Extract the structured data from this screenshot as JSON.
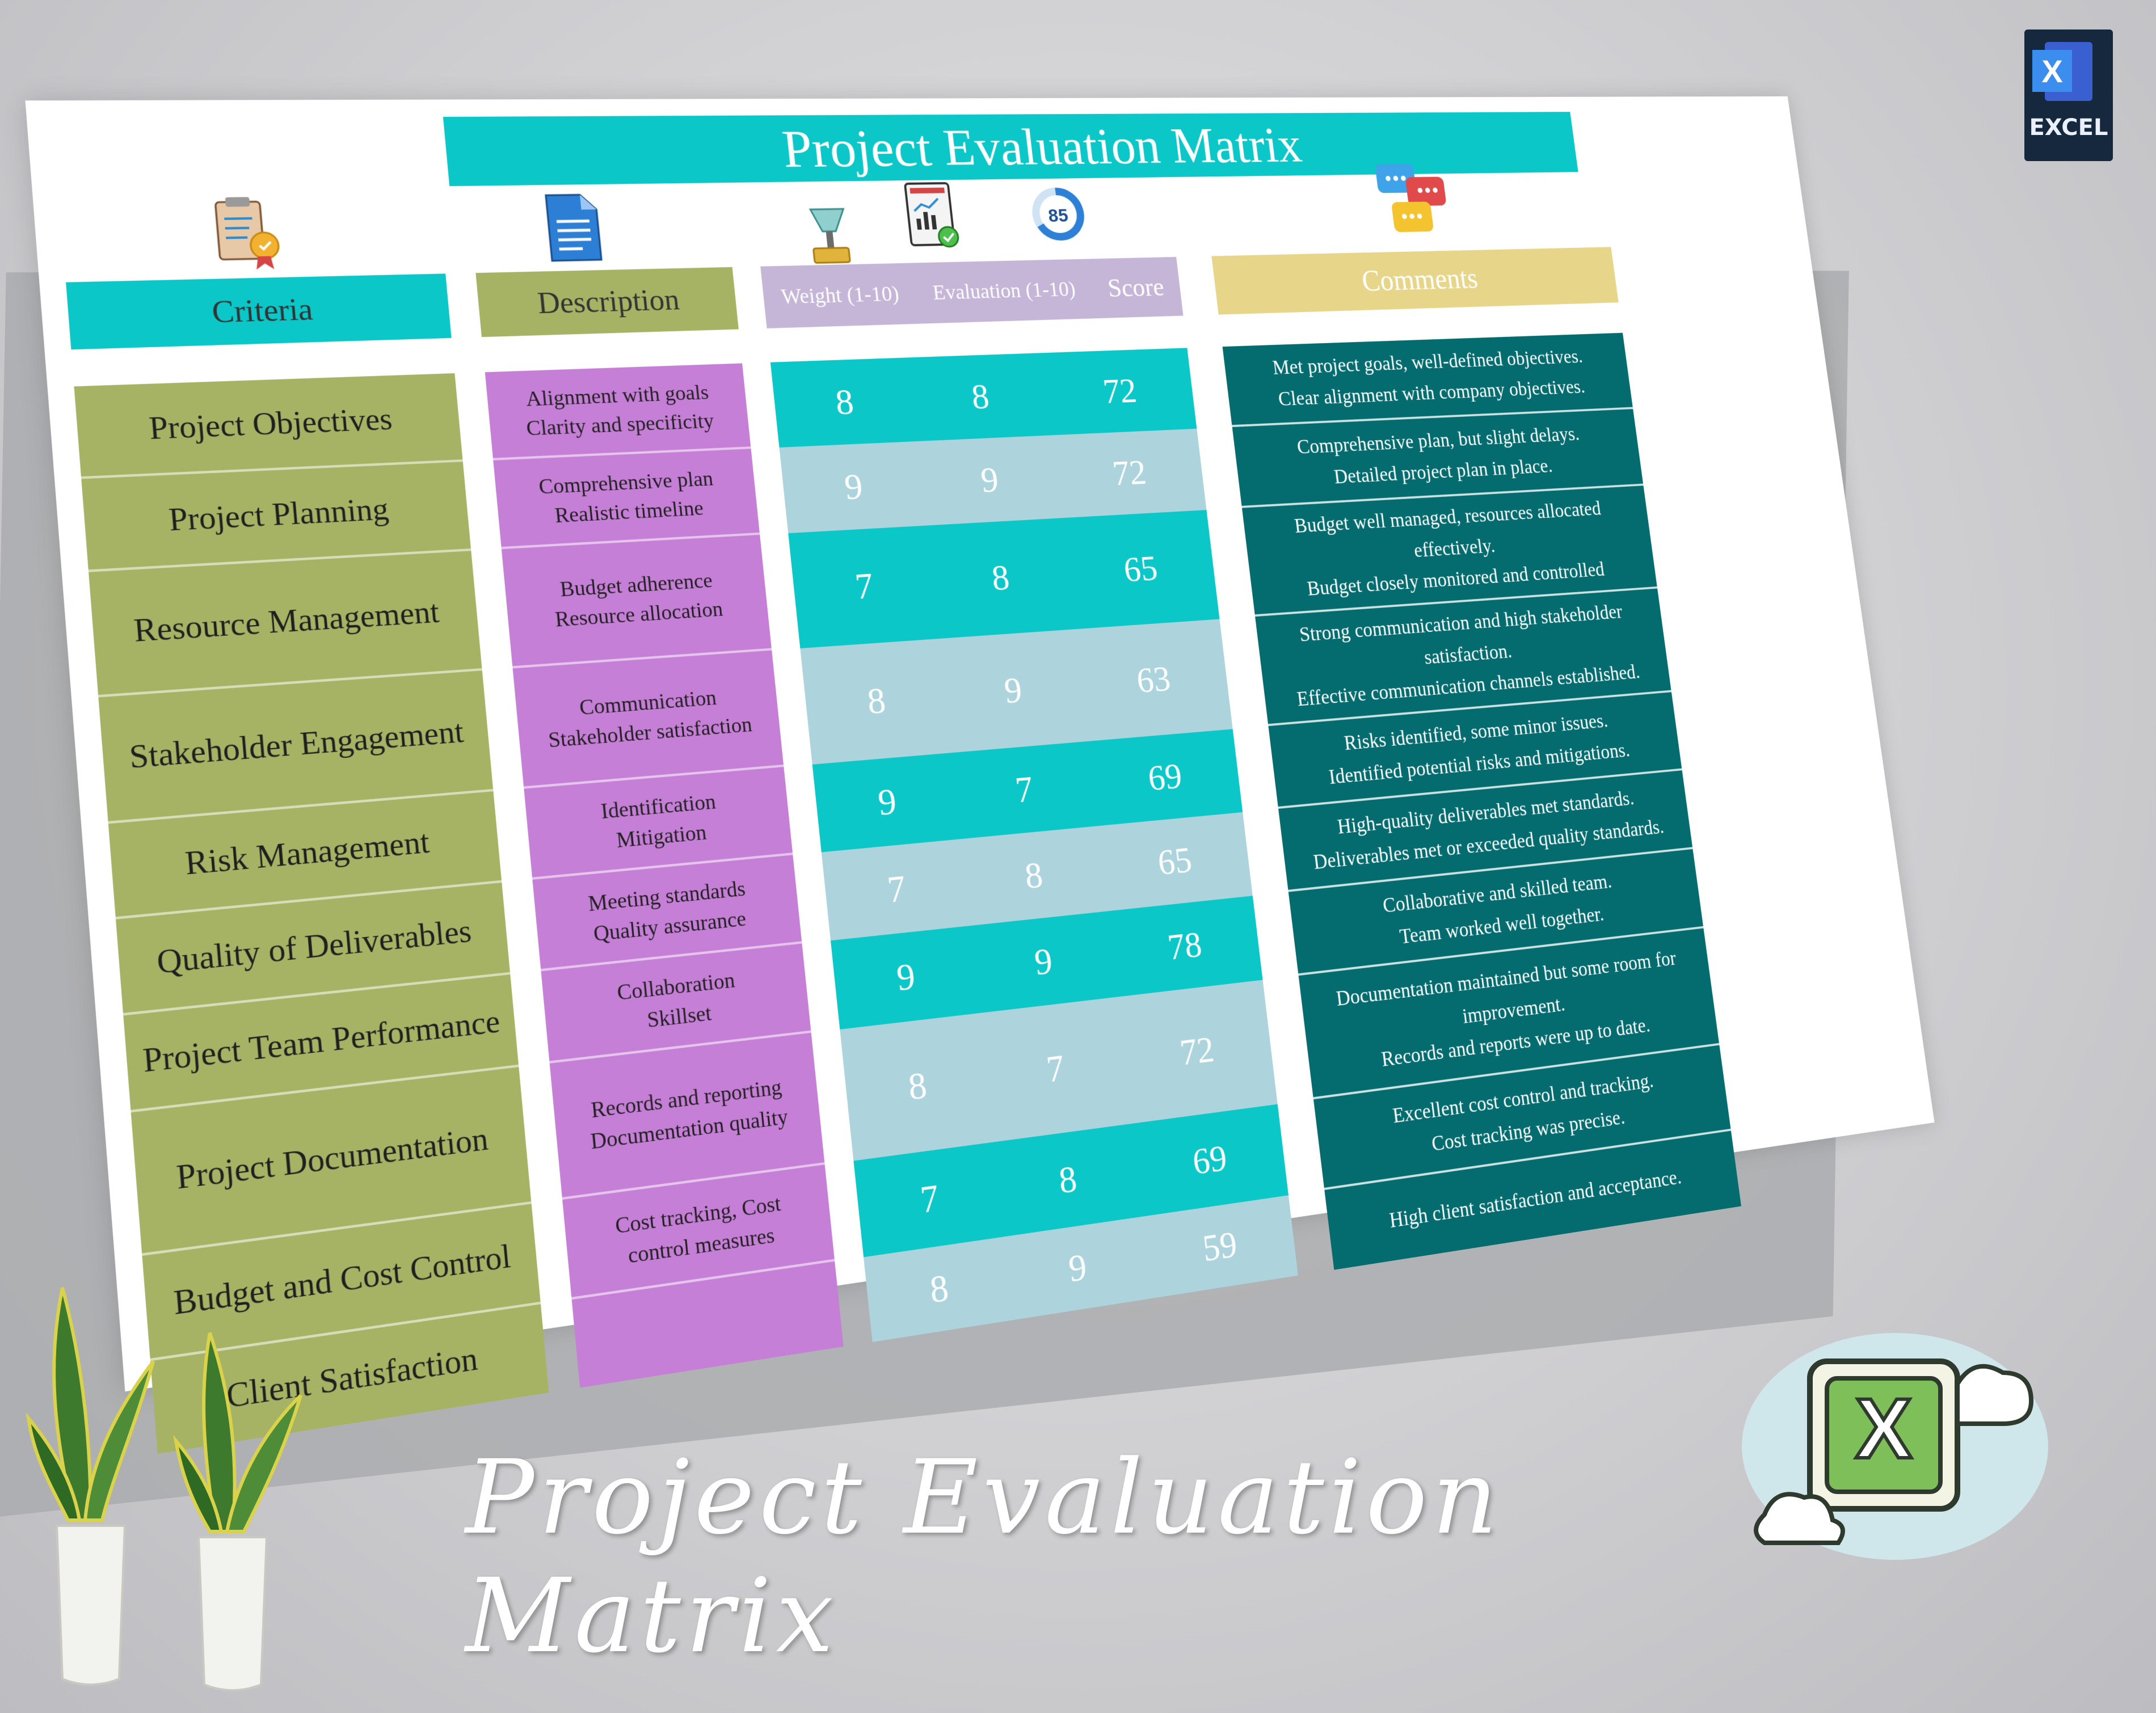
{
  "title": "Project Evaluation Matrix",
  "footer_title": "Project Evaluation Matrix",
  "badge": {
    "glyph": "X",
    "label": "EXCEL"
  },
  "cloud_logo": {
    "glyph": "X"
  },
  "icons": {
    "criteria": "certificate-icon",
    "description": "document-icon",
    "weight": "scale-icon",
    "evaluation": "report-chart-icon",
    "score": "progress-ring-icon",
    "score_value": "85",
    "comments": "chat-bubbles-icon"
  },
  "headers": {
    "criteria": "Criteria",
    "description": "Description",
    "weight": "Weight (1-10)",
    "evaluation": "Evaluation (1-10)",
    "score": "Score",
    "comments": "Comments"
  },
  "criteria": [
    "Project Objectives",
    "Project Planning",
    "Resource Management",
    "Stakeholder Engagement",
    "Risk Management",
    "Quality of Deliverables",
    "Project Team Performance",
    "Project Documentation",
    "Budget and Cost Control",
    "Client Satisfaction"
  ],
  "descriptions": [
    [
      "Alignment with goals",
      "Clarity and specificity"
    ],
    [
      "Comprehensive plan",
      "Realistic timeline"
    ],
    [
      "Budget adherence",
      "Resource allocation"
    ],
    [
      "Communication",
      "Stakeholder satisfaction"
    ],
    [
      "Identification",
      "Mitigation"
    ],
    [
      "Meeting standards",
      "Quality assurance"
    ],
    [
      "Collaboration",
      "Skillset"
    ],
    [
      "Records and reporting",
      "Documentation quality"
    ],
    [
      "Cost tracking, Cost",
      "control measures"
    ]
  ],
  "scores": [
    {
      "weight": "8",
      "evaluation": "8",
      "score": "72"
    },
    {
      "weight": "9",
      "evaluation": "9",
      "score": "72"
    },
    {
      "weight": "7",
      "evaluation": "8",
      "score": "65"
    },
    {
      "weight": "8",
      "evaluation": "9",
      "score": "63"
    },
    {
      "weight": "9",
      "evaluation": "7",
      "score": "69"
    },
    {
      "weight": "7",
      "evaluation": "8",
      "score": "65"
    },
    {
      "weight": "9",
      "evaluation": "9",
      "score": "78"
    },
    {
      "weight": "8",
      "evaluation": "7",
      "score": "72"
    },
    {
      "weight": "7",
      "evaluation": "8",
      "score": "69"
    },
    {
      "weight": "8",
      "evaluation": "9",
      "score": "59"
    }
  ],
  "comments": [
    [
      "Met project goals, well-defined objectives.",
      "Clear alignment with company objectives."
    ],
    [
      "Comprehensive plan, but slight delays.",
      "Detailed project plan in place."
    ],
    [
      "Budget well managed, resources allocated",
      "effectively.",
      "Budget closely monitored and controlled"
    ],
    [
      "Strong communication and high stakeholder",
      "satisfaction.",
      "Effective communication channels established."
    ],
    [
      "Risks identified, some minor issues.",
      "Identified potential risks and mitigations."
    ],
    [
      "High-quality deliverables met standards.",
      "Deliverables met or exceeded quality standards."
    ],
    [
      "Collaborative and skilled team.",
      "Team worked well together."
    ],
    [
      "Documentation maintained but some room for",
      "improvement.",
      "Records and reports were up to date."
    ],
    [
      "Excellent cost control and tracking.",
      "Cost tracking was precise."
    ],
    [
      "High client satisfaction and acceptance."
    ]
  ],
  "colors": {
    "teal": "#0bc7c7",
    "olive": "#a7b364",
    "violet": "#c67fd6",
    "lavender": "#c5b6d8",
    "light_blue": "#add3dd",
    "dark_teal": "#046b6e",
    "sand": "#e7d68a"
  }
}
